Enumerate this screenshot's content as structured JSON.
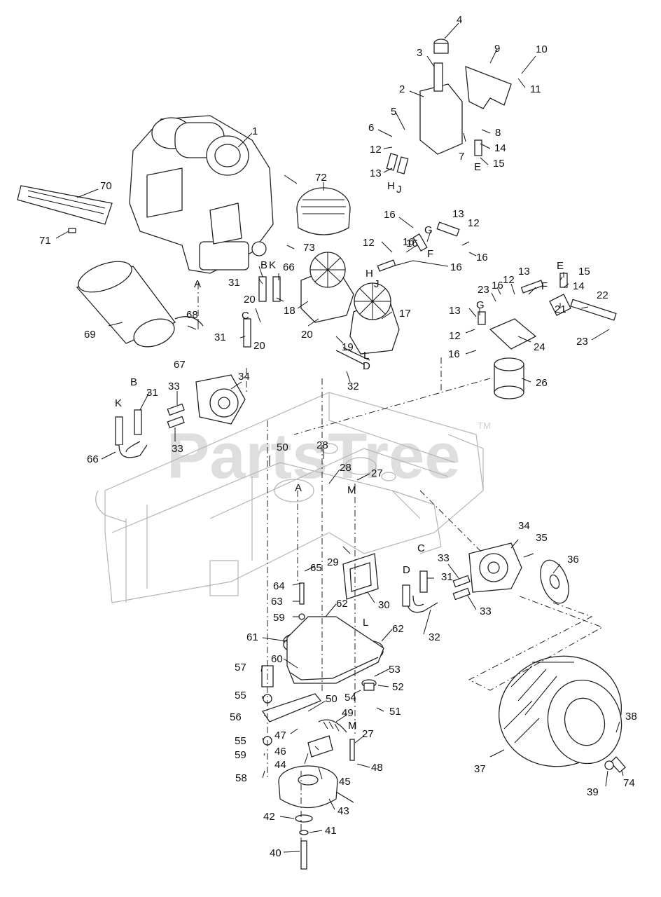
{
  "watermark": {
    "text": "PartsTree",
    "trademark": "TM"
  },
  "callouts": [
    "1",
    "2",
    "3",
    "4",
    "5",
    "6",
    "7",
    "8",
    "9",
    "10",
    "11",
    "12",
    "12",
    "12",
    "12",
    "12",
    "13",
    "13",
    "13",
    "13",
    "14",
    "14",
    "15",
    "15",
    "16",
    "16",
    "16",
    "16",
    "16",
    "16",
    "16",
    "17",
    "18",
    "19",
    "20",
    "20",
    "20",
    "21",
    "22",
    "23",
    "23",
    "24",
    "26",
    "27",
    "27",
    "28",
    "28",
    "29",
    "30",
    "31",
    "31",
    "31",
    "31",
    "32",
    "32",
    "33",
    "33",
    "33",
    "33",
    "34",
    "34",
    "35",
    "36",
    "37",
    "38",
    "39",
    "40",
    "41",
    "42",
    "43",
    "44",
    "45",
    "46",
    "47",
    "48",
    "49",
    "50",
    "50",
    "51",
    "52",
    "53",
    "54",
    "55",
    "55",
    "56",
    "57",
    "58",
    "59",
    "59",
    "60",
    "61",
    "62",
    "62",
    "63",
    "64",
    "65",
    "66",
    "66",
    "67",
    "68",
    "69",
    "70",
    "71",
    "72",
    "73",
    "74"
  ],
  "connection_letters": [
    "A",
    "A",
    "B",
    "B",
    "C",
    "C",
    "D",
    "D",
    "E",
    "E",
    "F",
    "F",
    "G",
    "G",
    "H",
    "H",
    "J",
    "J",
    "K",
    "K",
    "L",
    "L",
    "M",
    "M"
  ]
}
